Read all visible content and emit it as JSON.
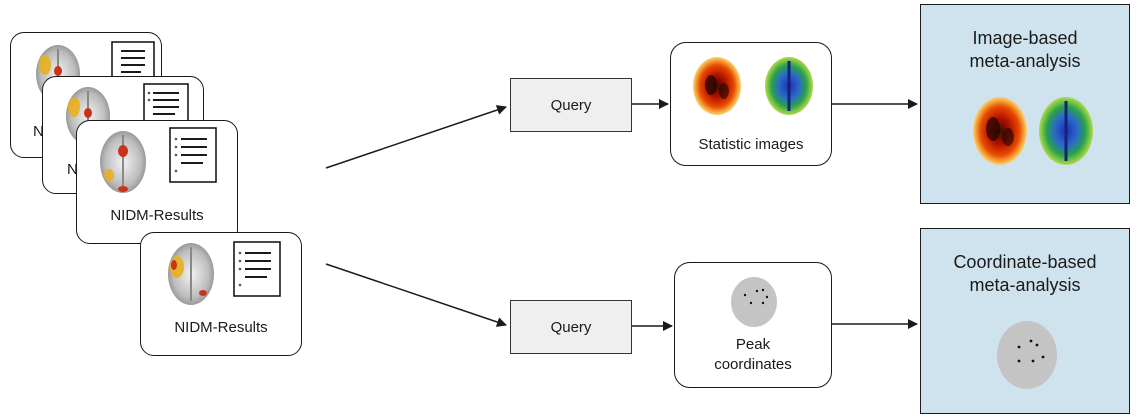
{
  "results_stack": {
    "card_label": "NIDM-Results",
    "partial_label_1": "NI",
    "partial_label_2": "N"
  },
  "top_branch": {
    "query_label": "Query",
    "statistic_images_label": "Statistic images",
    "output_title_line1": "Image-based",
    "output_title_line2": "meta-analysis"
  },
  "bottom_branch": {
    "query_label": "Query",
    "peak_label_line1": "Peak",
    "peak_label_line2": "coordinates",
    "output_title_line1": "Coordinate-based",
    "output_title_line2": "meta-analysis"
  },
  "colors": {
    "output_background": "#cfe3ee",
    "query_background": "#efefef",
    "outline": "#1a1a1a"
  }
}
